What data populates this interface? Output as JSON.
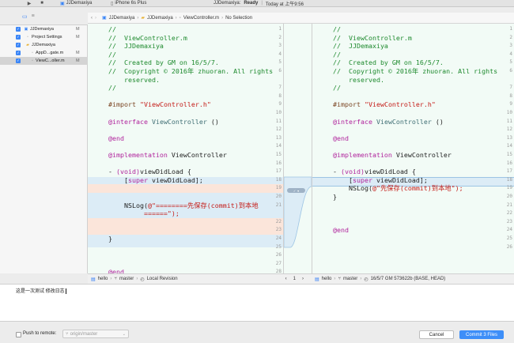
{
  "toolbar": {
    "scheme": "JJDemaxiya",
    "device": "iPhone 6s Plus",
    "status_project": "JJDemaxiya:",
    "status_state": "Ready",
    "status_time": "Today at 上午9:56"
  },
  "navigator": {
    "items": [
      {
        "label": "JJDemaxiya",
        "badge": "M",
        "checked": true
      },
      {
        "label": "Project Settings",
        "badge": "M",
        "checked": true
      },
      {
        "label": "JJDemaxiya",
        "badge": "",
        "checked": true
      },
      {
        "label": "AppD...gate.m",
        "badge": "M",
        "checked": true
      },
      {
        "label": "ViewC...oller.m",
        "badge": "M",
        "checked": true
      }
    ]
  },
  "jumpbar": {
    "crumbs": [
      "JJDemaxiya",
      "JJDemaxiya",
      "ViewController.m",
      "No Selection"
    ]
  },
  "left_pane": {
    "lines": [
      {
        "n": "1",
        "t": "//",
        "c": "comment"
      },
      {
        "n": "2",
        "t": "//  ViewController.m",
        "c": "comment"
      },
      {
        "n": "3",
        "t": "//  JJDemaxiya",
        "c": "comment"
      },
      {
        "n": "4",
        "t": "//",
        "c": "comment"
      },
      {
        "n": "5",
        "t": "//  Created by GM on 16/5/7.",
        "c": "comment"
      },
      {
        "n": "6",
        "t": "//  Copyright © 2016年 zhuoran. All rights",
        "c": "comment"
      },
      {
        "n": "",
        "t": "    reserved.",
        "c": "comment"
      },
      {
        "n": "7",
        "t": "//",
        "c": "comment"
      },
      {
        "n": "8",
        "t": "",
        "c": "plain"
      },
      {
        "n": "9",
        "t": "#import \"ViewController.h\"",
        "c": "import"
      },
      {
        "n": "10",
        "t": "",
        "c": "plain"
      },
      {
        "n": "11",
        "t": "@interface ViewController ()",
        "c": "interface"
      },
      {
        "n": "12",
        "t": "",
        "c": "plain"
      },
      {
        "n": "13",
        "t": "@end",
        "c": "kw"
      },
      {
        "n": "14",
        "t": "",
        "c": "plain"
      },
      {
        "n": "15",
        "t": "@implementation ViewController",
        "c": "impl"
      },
      {
        "n": "16",
        "t": "",
        "c": "plain"
      },
      {
        "n": "17",
        "t": "- (void)viewDidLoad {",
        "c": "method"
      },
      {
        "n": "18",
        "t": "    [super viewDidLoad];",
        "c": "super"
      },
      {
        "n": "19",
        "t": "",
        "c": "del"
      },
      {
        "n": "20",
        "t": "",
        "c": "plain"
      },
      {
        "n": "21",
        "t": "    NSLog(@\"========先保存(commit)到本地",
        "c": "log"
      },
      {
        "n": "",
        "t": "         ======\");",
        "c": "logcont"
      },
      {
        "n": "22",
        "t": "",
        "c": "del"
      },
      {
        "n": "23",
        "t": "",
        "c": "del"
      },
      {
        "n": "24",
        "t": "}",
        "c": "plain"
      },
      {
        "n": "25",
        "t": "",
        "c": "plain"
      },
      {
        "n": "26",
        "t": "",
        "c": "plain"
      },
      {
        "n": "27",
        "t": "",
        "c": "plain"
      },
      {
        "n": "28",
        "t": "@end",
        "c": "kw"
      },
      {
        "n": "29",
        "t": "",
        "c": "plain"
      }
    ]
  },
  "right_pane": {
    "lines": [
      {
        "n": "1",
        "t": "//",
        "c": "comment"
      },
      {
        "n": "2",
        "t": "//  ViewController.m",
        "c": "comment"
      },
      {
        "n": "3",
        "t": "//  JJDemaxiya",
        "c": "comment"
      },
      {
        "n": "4",
        "t": "//",
        "c": "comment"
      },
      {
        "n": "5",
        "t": "//  Created by GM on 16/5/7.",
        "c": "comment"
      },
      {
        "n": "6",
        "t": "//  Copyright © 2016年 zhuoran. All rights",
        "c": "comment"
      },
      {
        "n": "",
        "t": "    reserved.",
        "c": "comment"
      },
      {
        "n": "7",
        "t": "//",
        "c": "comment"
      },
      {
        "n": "8",
        "t": "",
        "c": "plain"
      },
      {
        "n": "9",
        "t": "#import \"ViewController.h\"",
        "c": "import"
      },
      {
        "n": "10",
        "t": "",
        "c": "plain"
      },
      {
        "n": "11",
        "t": "@interface ViewController ()",
        "c": "interface"
      },
      {
        "n": "12",
        "t": "",
        "c": "plain"
      },
      {
        "n": "13",
        "t": "@end",
        "c": "kw"
      },
      {
        "n": "14",
        "t": "",
        "c": "plain"
      },
      {
        "n": "15",
        "t": "@implementation ViewController",
        "c": "impl"
      },
      {
        "n": "16",
        "t": "",
        "c": "plain"
      },
      {
        "n": "17",
        "t": "- (void)viewDidLoad {",
        "c": "method"
      },
      {
        "n": "18",
        "t": "    [super viewDidLoad];",
        "c": "super"
      },
      {
        "n": "19",
        "t": "    NSLog(@\"先保存(commit)到本地\");",
        "c": "log"
      },
      {
        "n": "20",
        "t": "}",
        "c": "plain"
      },
      {
        "n": "21",
        "t": "",
        "c": "plain"
      },
      {
        "n": "22",
        "t": "",
        "c": "plain"
      },
      {
        "n": "23",
        "t": "",
        "c": "plain"
      },
      {
        "n": "24",
        "t": "@end",
        "c": "kw"
      },
      {
        "n": "25",
        "t": "",
        "c": "plain"
      },
      {
        "n": "26",
        "t": "",
        "c": "plain"
      }
    ]
  },
  "left_footer": {
    "repo": "hello",
    "branch": "master",
    "revision": "Local Revision",
    "change_index": "1"
  },
  "right_footer": {
    "repo": "hello",
    "branch": "master",
    "revision": "16/5/7  GM  573622b (BASE, HEAD)"
  },
  "commit": {
    "message": "这是一次测试   修改日志"
  },
  "bottom": {
    "push_label": "Push to remote:",
    "remote_value": "origin/master",
    "cancel_label": "Cancel",
    "commit_label": "Commit 3 Files"
  },
  "colors": {
    "accent": "#3d8ef8",
    "code_bg": "#f2fbf6",
    "diff_band": "#dcecf6",
    "deleted_line": "#f9e0d3"
  }
}
